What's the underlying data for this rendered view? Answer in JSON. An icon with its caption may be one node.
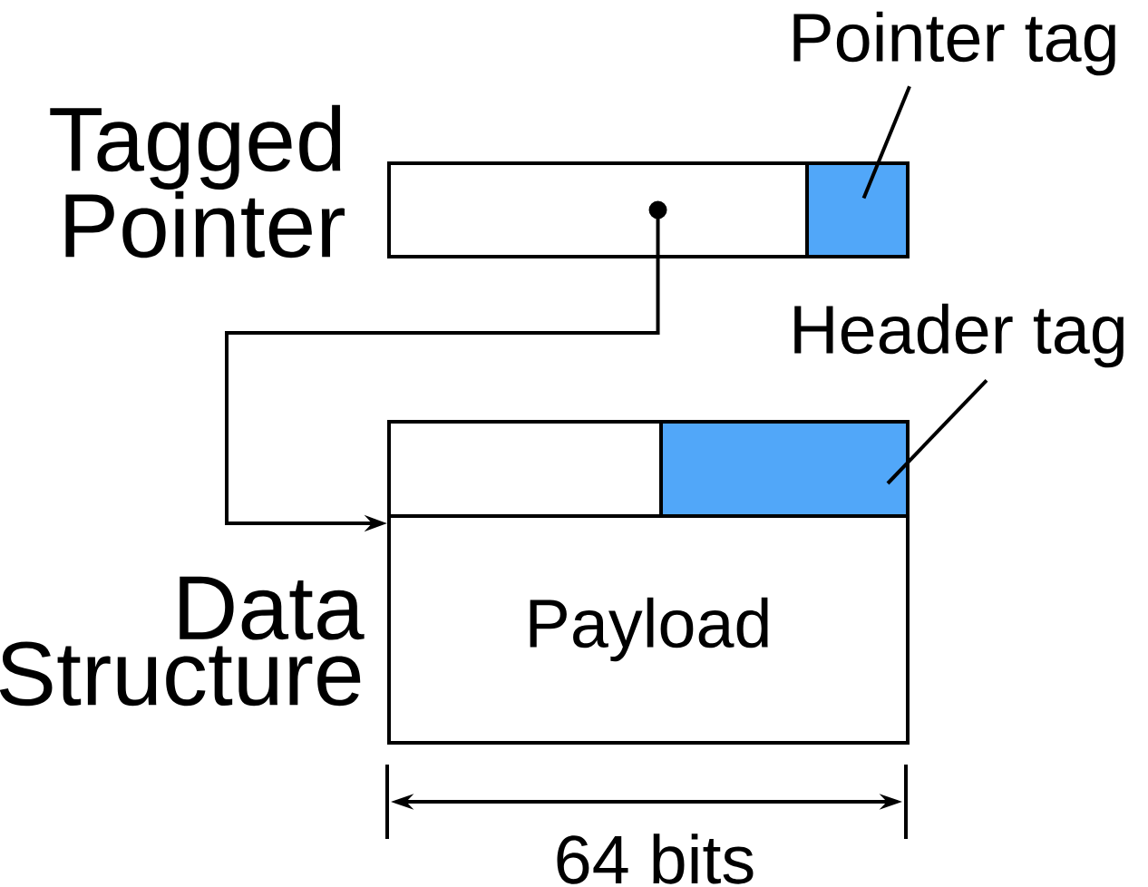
{
  "diagram": {
    "nodes": [
      {
        "text": [],
        "shape": "box",
        "beside": [
          "Tagged Pointer"
        ]
      },
      {
        "text": [],
        "shape": "box"
      },
      {
        "text": [
          "Pointer tag"
        ]
      },
      {
        "text": [],
        "shape": "box"
      },
      {
        "text": [],
        "shape": "box"
      },
      {
        "text": [
          "Header tag"
        ]
      },
      {
        "text": [
          "Payload"
        ],
        "beside": [
          "Data Structure"
        ]
      }
    ],
    "edges": [
      {
        "from": 0,
        "to": 6,
        "arrow": "to"
      },
      {
        "from": 2,
        "to": 1,
        "arrow": "none"
      },
      {
        "from": 5,
        "to": 4,
        "arrow": "none"
      }
    ],
    "labels": [
      "64 bits"
    ]
  }
}
